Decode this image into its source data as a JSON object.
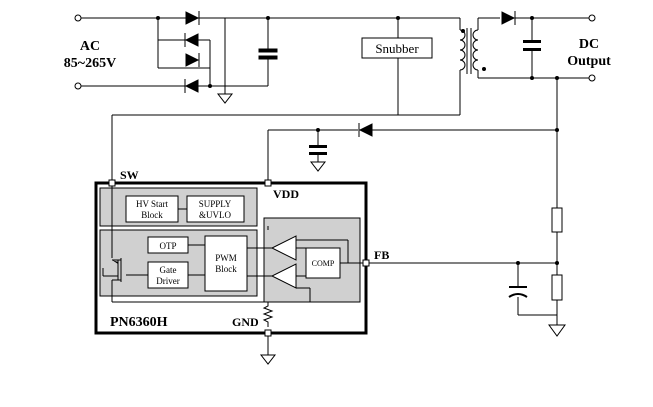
{
  "input": {
    "label_line1": "AC",
    "label_line2": "85~265V"
  },
  "output": {
    "label_line1": "DC",
    "label_line2": "Output"
  },
  "snubber": {
    "label": "Snubber"
  },
  "chip": {
    "name": "PN6360H",
    "pins": {
      "sw": "SW",
      "vdd": "VDD",
      "fb": "FB",
      "gnd": "GND"
    },
    "blocks": {
      "hv_start": {
        "line1": "HV Start",
        "line2": "Block"
      },
      "supply": {
        "line1": "SUPPLY",
        "line2": "&UVLO"
      },
      "otp": {
        "label": "OTP"
      },
      "pwm": {
        "line1": "PWM",
        "line2": "Block"
      },
      "gate": {
        "line1": "Gate",
        "line2": "Driver"
      },
      "comp": {
        "label": "COMP"
      }
    }
  }
}
